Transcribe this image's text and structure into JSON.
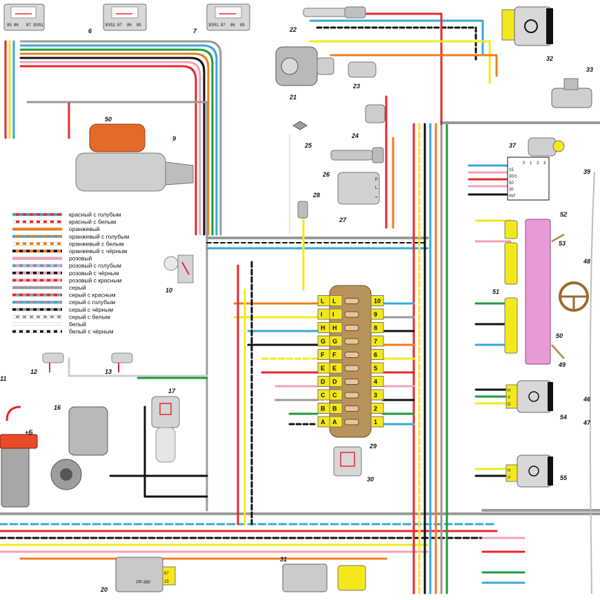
{
  "components": {
    "relay_5": {
      "pins": [
        "85",
        "86",
        "87",
        "30/51"
      ]
    },
    "relay_6": {
      "number": "6",
      "pins": [
        "30/51",
        "87",
        "86",
        "85"
      ]
    },
    "relay_7": {
      "number": "7",
      "pins": [
        "30/51",
        "87",
        "86",
        "85"
      ]
    },
    "starter_9": {
      "number": "9",
      "solenoid_number": "50"
    },
    "lamp_10": {
      "number": "10"
    },
    "sensor_11": {
      "number": "11"
    },
    "sensor_12": {
      "number": "12"
    },
    "sensor_13": {
      "number": "13"
    },
    "ignition_coil": {
      "terminal": "+Б"
    },
    "wiper_motor_16": {
      "number": "16"
    },
    "relay_17": {
      "number": "17"
    },
    "regulator_20": {
      "number": "20",
      "model": "PP-380",
      "terminals": [
        "67",
        "15"
      ]
    },
    "heater_motor_21": {
      "number": "21"
    },
    "lamp_22": {
      "number": "22"
    },
    "switch_23": {
      "number": "23"
    },
    "switch_24": {
      "number": "24"
    },
    "sensor_25": {
      "number": "25"
    },
    "sensor_26": {
      "number": "26"
    },
    "unit_27": {
      "number": "27",
      "pins": [
        "P",
        "L",
        "+"
      ]
    },
    "sensor_28": {
      "number": "28"
    },
    "fuse_block_29": {
      "number": "29",
      "left_letters": [
        "A",
        "B",
        "C",
        "D",
        "E",
        "F",
        "G",
        "H",
        "I",
        "L"
      ],
      "right_letters": [
        "A",
        "B",
        "C",
        "D",
        "E",
        "F",
        "G",
        "H",
        "I",
        "L"
      ],
      "fuse_numbers": [
        "1",
        "2",
        "3",
        "4",
        "5",
        "6",
        "7",
        "8",
        "9",
        "10"
      ]
    },
    "relay_30": {
      "number": "30"
    },
    "gauge_31": {
      "number": "31"
    },
    "switch_32": {
      "number": "32"
    },
    "switch_33": {
      "number": "33"
    },
    "ignition_switch_37": {
      "number": "37",
      "positions": [
        "0",
        "1",
        "2",
        "3"
      ],
      "terminals": [
        "15",
        "30/1",
        "50",
        "30",
        "INT"
      ]
    },
    "instrument_39": {
      "number": "39"
    },
    "instrument_46": {
      "number": "46"
    },
    "instrument_47": {
      "number": "47"
    },
    "instrument_48": {
      "number": "48"
    },
    "connector_49": {
      "number": "49"
    },
    "connector_50": {
      "number": "50"
    },
    "connector_51": {
      "number": "51"
    },
    "connector_52": {
      "number": "52"
    },
    "connector_53": {
      "number": "53"
    },
    "switch_54": {
      "number": "54",
      "pins": [
        "H",
        "V",
        "D"
      ]
    },
    "switch_55": {
      "number": "55",
      "pins": [
        "H",
        "V"
      ]
    }
  },
  "legend": [
    {
      "label": "красный с голубым",
      "color": "#e8262b",
      "stripe": "#3aa6d8"
    },
    {
      "label": "красный с белым",
      "color": "#e8262b",
      "stripe": "#ffffff"
    },
    {
      "label": "оранжевый",
      "color": "#f07d1c",
      "stripe": ""
    },
    {
      "label": "оранжевый с голубым",
      "color": "#f07d1c",
      "stripe": "#3aa6d8"
    },
    {
      "label": "оранжевый с белым",
      "color": "#f07d1c",
      "stripe": "#ffffff"
    },
    {
      "label": "оранжевый с чёрным",
      "color": "#f07d1c",
      "stripe": "#111111"
    },
    {
      "label": "розовый",
      "color": "#f2a0b4",
      "stripe": ""
    },
    {
      "label": "розовый с голубым",
      "color": "#f2a0b4",
      "stripe": "#3aa6d8"
    },
    {
      "label": "розовый с чёрным",
      "color": "#f2a0b4",
      "stripe": "#111111"
    },
    {
      "label": "розовый с красным",
      "color": "#f2a0b4",
      "stripe": "#e8262b"
    },
    {
      "label": "серый",
      "color": "#9a9a9a",
      "stripe": ""
    },
    {
      "label": "серый с красным",
      "color": "#9a9a9a",
      "stripe": "#e8262b"
    },
    {
      "label": "серый с голубым",
      "color": "#9a9a9a",
      "stripe": "#3aa6d8"
    },
    {
      "label": "серый с чёрным",
      "color": "#9a9a9a",
      "stripe": "#111111"
    },
    {
      "label": "серый с белым",
      "color": "#9a9a9a",
      "stripe": "#ffffff"
    },
    {
      "label": "белый",
      "color": "#ffffff",
      "stripe": ""
    },
    {
      "label": "белый с чёрным",
      "color": "#ffffff",
      "stripe": "#111111"
    }
  ],
  "colors": {
    "red": "#e8262b",
    "blue": "#3aa6d8",
    "orange": "#f07d1c",
    "pink": "#f2a0b4",
    "gray": "#9a9a9a",
    "black": "#111111",
    "yellow": "#f4e81c",
    "green": "#1f9a3a",
    "brown": "#9a6a2a",
    "fuse_brown": "#b8925a",
    "relay_pink": "#e79ad6"
  }
}
